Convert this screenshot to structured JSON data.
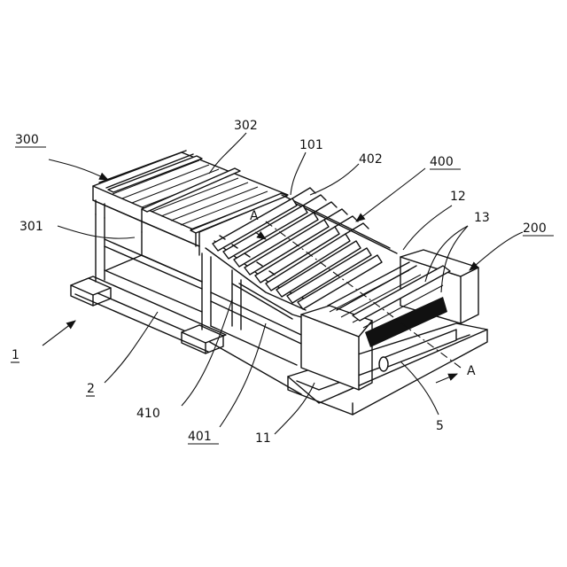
{
  "figure": {
    "labels": {
      "l300": "300",
      "l302": "302",
      "l101": "101",
      "l402": "402",
      "l400": "400",
      "l301": "301",
      "l12": "12",
      "l13": "13",
      "l200": "200",
      "l1": "1",
      "l2": "2",
      "l410": "410",
      "l401": "401",
      "l11": "11",
      "l5": "5",
      "section_a_top": "A",
      "section_a_bottom": "A"
    },
    "underlined": [
      "300",
      "400",
      "200",
      "1",
      "2",
      "401"
    ],
    "colors": {
      "line": "#111111",
      "background": "#ffffff"
    }
  }
}
